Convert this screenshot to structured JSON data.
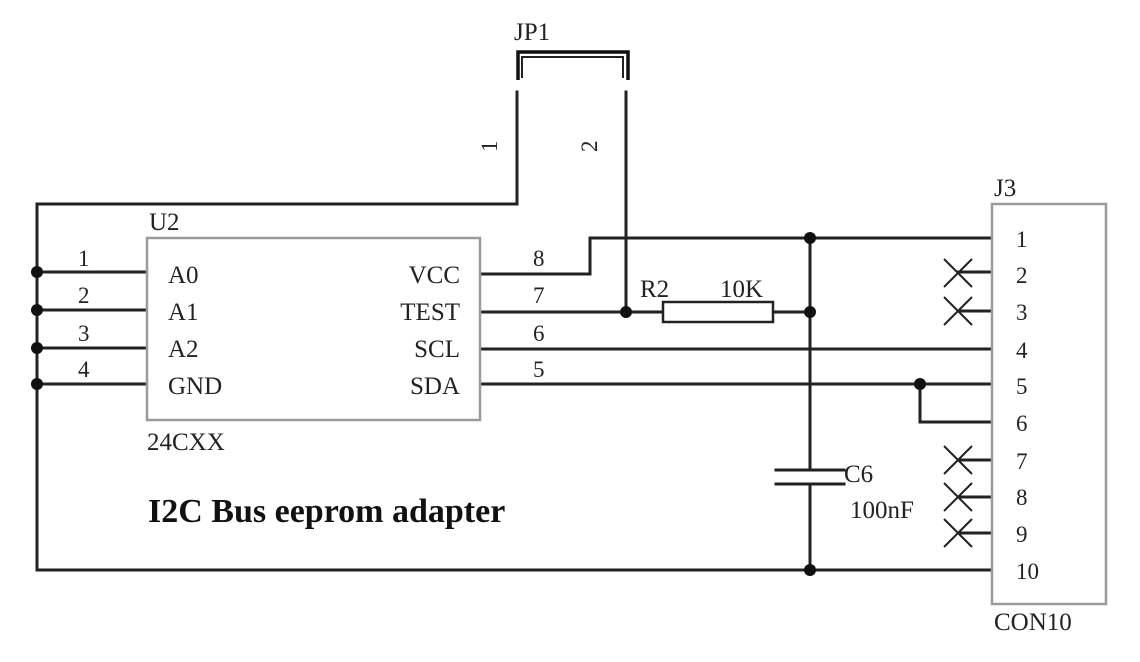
{
  "jumper": {
    "ref": "JP1",
    "pin1": "1",
    "pin2": "2"
  },
  "ic": {
    "ref": "U2",
    "part": "24CXX",
    "left_pins": [
      {
        "num": "1",
        "name": "A0"
      },
      {
        "num": "2",
        "name": "A1"
      },
      {
        "num": "3",
        "name": "A2"
      },
      {
        "num": "4",
        "name": "GND"
      }
    ],
    "right_pins": [
      {
        "num": "8",
        "name": "VCC"
      },
      {
        "num": "7",
        "name": "TEST"
      },
      {
        "num": "6",
        "name": "SCL"
      },
      {
        "num": "5",
        "name": "SDA"
      }
    ]
  },
  "resistor": {
    "ref": "R2",
    "value": "10K"
  },
  "capacitor": {
    "ref": "C6",
    "value": "100nF"
  },
  "connector": {
    "ref": "J3",
    "part": "CON10",
    "pins": [
      "1",
      "2",
      "3",
      "4",
      "5",
      "6",
      "7",
      "8",
      "9",
      "10"
    ]
  },
  "title": "I2C Bus eeprom adapter"
}
